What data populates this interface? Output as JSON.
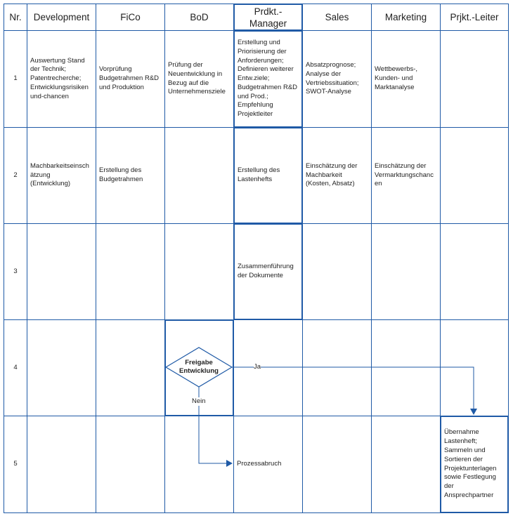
{
  "headers": [
    "Nr.",
    "Development",
    "FiCo",
    "BoD",
    "Prdkt.-\nManager",
    "Sales",
    "Marketing",
    "Prjkt.-Leiter"
  ],
  "rows": [
    [
      "1",
      "Auswertung Stand\nder Technik;\nPatentrecherche;\nEntwicklungsrisiken\nund-chancen",
      "Vorprüfung\nBudgetrahmen R&D\nund Produktion",
      "Prüfung der\nNeuentwicklung  in\nBezug auf die\nUnternehmensziele",
      "Erstellung und\nPriorisierung der\nAnforderungen;\nDefinieren weiterer\nEntw.ziele;\nBudgetrahmen R&D\nund Prod.;\nEmpfehlung\nProjektleiter",
      "Absatzprognose;\nAnalyse der\nVertriebssituation;\nSWOT-Analyse",
      "Wettbewerbs-,\nKunden- und\nMarktanalyse",
      ""
    ],
    [
      "2",
      "Machbarkeitseinsch\nätzung\n(Entwicklung)",
      "Erstellung des\nBudgetrahmen",
      "",
      "Erstellung des\nLastenhefts",
      "Einschätzung der\nMachbarkeit\n(Kosten, Absatz)",
      "Einschätzung der\nVermarktungschanc\nen",
      ""
    ],
    [
      "3",
      "",
      "",
      "",
      "Zusammenführung\nder Dokumente",
      "",
      "",
      ""
    ],
    [
      "4",
      "",
      "",
      "",
      "",
      "",
      "",
      ""
    ],
    [
      "5",
      "",
      "",
      "",
      "Prozessabruch",
      "",
      "",
      "Übernahme\nLastenheft;\nSammeln und\nSortieren der\nProjektunterlagen\nsowie Festlegung\nder\nAnsprechpartner"
    ]
  ],
  "decision": {
    "label": "Freigabe\nEntwicklung",
    "yes": "Ja",
    "no": "Nein"
  },
  "colors": {
    "line": "#1f5aa6"
  }
}
